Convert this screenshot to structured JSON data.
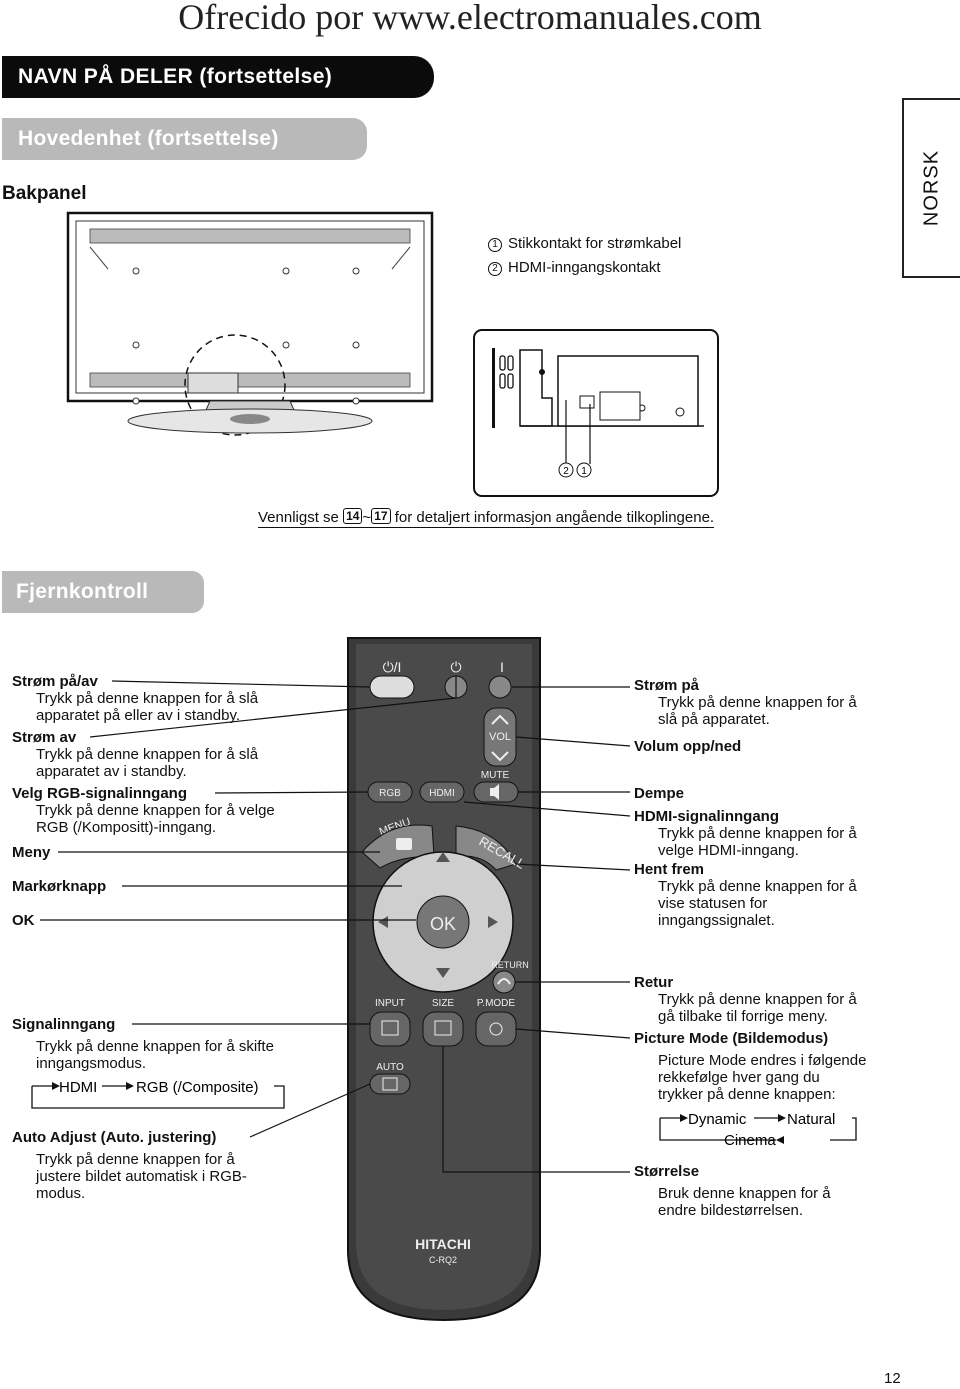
{
  "banner": "Ofrecido por www.electromanuales.com",
  "heading_main": "NAVN PÅ DELER (fortsettelse)",
  "heading_sub": "Hovedenhet (fortsettelse)",
  "side_tab": "NORSK",
  "rear_panel": {
    "title": "Bakpanel",
    "items": [
      {
        "num": "1",
        "label": "Stikkontakt for strømkabel"
      },
      {
        "num": "2",
        "label": "HDMI-inngangskontakt"
      }
    ],
    "callout_numbers": "2 1",
    "ref_before": "Vennligst se ",
    "ref_page_a": "14",
    "ref_tilde": "~",
    "ref_page_b": "17",
    "ref_after": " for detaljert informasjon angående tilkoplingene."
  },
  "remote_heading": "Fjernkontroll",
  "remote_buttons": {
    "power_symbol": "⏻/I",
    "standby_symbol": "⏻",
    "on_symbol": "I",
    "vol": "VOL",
    "mute": "MUTE",
    "rgb": "RGB",
    "hdmi": "HDMI",
    "menu": "MENU",
    "recall": "RECALL",
    "ok": "OK",
    "return": "RETURN",
    "input": "INPUT",
    "size": "SIZE",
    "pmode": "P.MODE",
    "auto": "AUTO",
    "brand": "HITACHI",
    "model": "C-RQ2"
  },
  "left_labels": [
    {
      "title": "Strøm på/av",
      "desc": [
        "Trykk på denne knappen for å slå",
        "apparatet på eller av i standby."
      ]
    },
    {
      "title": "Strøm av",
      "desc": [
        "Trykk på denne knappen for å slå",
        "apparatet av i standby."
      ]
    },
    {
      "title": "Velg RGB-signalinngang",
      "desc": [
        "Trykk på denne knappen for å velge",
        "RGB (/Kompositt)-inngang."
      ]
    },
    {
      "title": "Meny",
      "desc": []
    },
    {
      "title": "Markørknapp",
      "desc": []
    },
    {
      "title": "OK",
      "desc": []
    }
  ],
  "left_labels_lower": [
    {
      "title": "Signalinngang",
      "desc": [
        "Trykk på denne knappen for å skifte",
        "inngangsmodus."
      ]
    },
    {
      "title": "Auto Adjust (Auto. justering)",
      "desc": [
        "Trykk på denne knappen for å",
        "justere bildet automatisk i RGB-",
        "modus."
      ]
    }
  ],
  "signal_cycle": {
    "a": "HDMI",
    "b": "RGB (/Composite)"
  },
  "right_labels": [
    {
      "title": "Strøm på",
      "desc": [
        "Trykk på denne knappen for å",
        "slå på apparatet."
      ]
    },
    {
      "title": "Volum opp/ned",
      "desc": []
    },
    {
      "title": "Dempe",
      "desc": []
    },
    {
      "title": "HDMI-signalinngang",
      "desc": [
        "Trykk på denne knappen for å",
        "velge HDMI-inngang."
      ]
    },
    {
      "title": "Hent frem",
      "desc": [
        "Trykk på denne knappen for å",
        "vise statusen for",
        "inngangssignalet."
      ]
    }
  ],
  "right_labels_lower": [
    {
      "title": "Retur",
      "desc": [
        "Trykk på denne knappen for å",
        "gå tilbake til forrige meny."
      ]
    },
    {
      "title": "Picture Mode (Bildemodus)",
      "desc": [
        "Picture Mode endres i følgende",
        "rekkefølge hver gang du",
        "trykker på denne knappen:"
      ]
    },
    {
      "title": "Størrelse",
      "desc": [
        "Bruk denne knappen for å",
        "endre bildestørrelsen."
      ]
    }
  ],
  "picture_cycle": {
    "a": "Dynamic",
    "b": "Natural",
    "c": "Cinema"
  },
  "page_number": "12"
}
